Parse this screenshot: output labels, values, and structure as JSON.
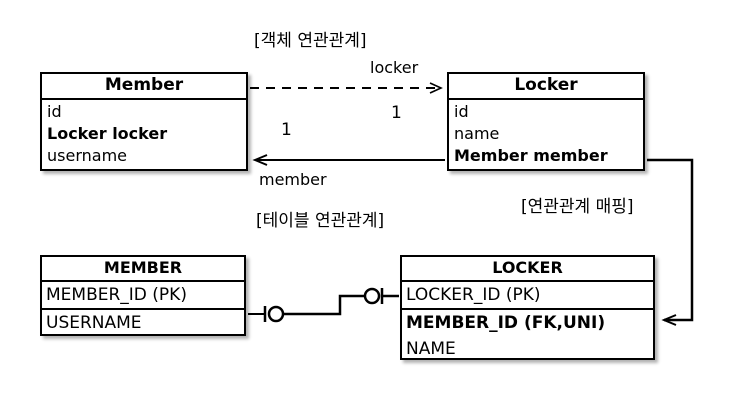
{
  "diagram": {
    "section_labels": {
      "object_association": "[객체 연관관계]",
      "table_association": "[테이블 연관관계]",
      "association_mapping": "[연관관계 매핑]"
    },
    "object_model": {
      "member_class": {
        "title": "Member",
        "fields": [
          {
            "text": "id",
            "bold": false
          },
          {
            "text": "Locker locker",
            "bold": true
          },
          {
            "text": "username",
            "bold": false
          }
        ]
      },
      "locker_class": {
        "title": "Locker",
        "fields": [
          {
            "text": "id",
            "bold": false
          },
          {
            "text": "name",
            "bold": false
          },
          {
            "text": "Member member",
            "bold": true
          }
        ]
      },
      "edges": {
        "locker_role": "locker",
        "locker_multiplicity": "1",
        "member_role": "member",
        "member_multiplicity": "1"
      }
    },
    "table_model": {
      "member_table": {
        "title": "MEMBER",
        "columns": [
          {
            "text": "MEMBER_ID (PK)",
            "bold": false
          },
          {
            "text": "USERNAME",
            "bold": false
          }
        ]
      },
      "locker_table": {
        "title": "LOCKER",
        "columns": [
          {
            "text": "LOCKER_ID (PK)",
            "bold": false
          },
          {
            "text": "MEMBER_ID (FK,UNI)",
            "bold": true
          },
          {
            "text": "NAME",
            "bold": false
          }
        ]
      }
    },
    "colors": {
      "stroke": "#000000",
      "fill": "#ffffff",
      "text": "#000000"
    }
  }
}
